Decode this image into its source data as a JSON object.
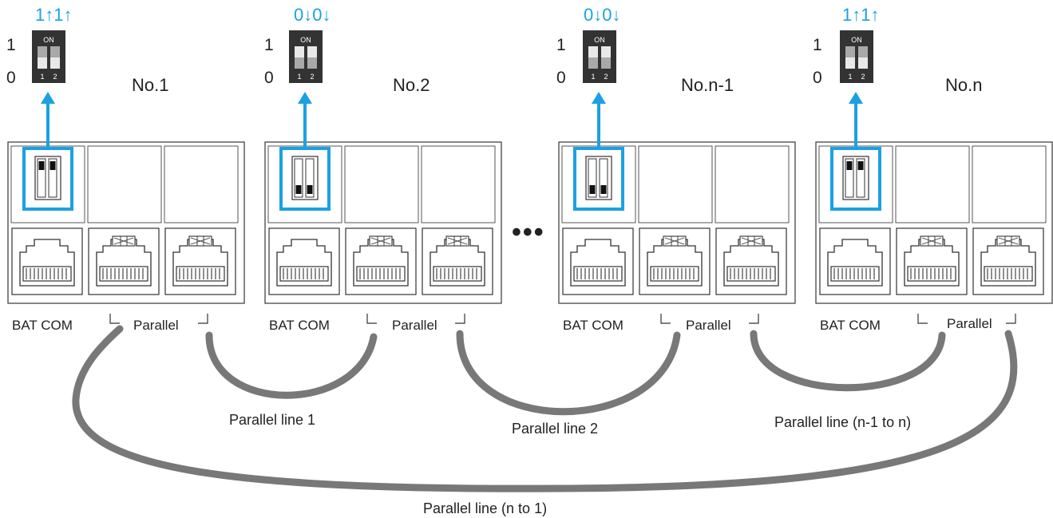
{
  "accent_color": "#1ba1e2",
  "cable_color": "#787878",
  "ellipsis": "•••",
  "units": [
    {
      "name": "No.1",
      "bits_label": "1↑1↑",
      "switch_state": [
        1,
        1
      ],
      "scale_high": "1",
      "scale_low": "0",
      "dip_on": "ON",
      "dip_num1": "1",
      "dip_num2": "2",
      "bat_label": "BAT COM",
      "parallel_label": "Parallel"
    },
    {
      "name": "No.2",
      "bits_label": "0↓0↓",
      "switch_state": [
        0,
        0
      ],
      "scale_high": "1",
      "scale_low": "0",
      "dip_on": "ON",
      "dip_num1": "1",
      "dip_num2": "2",
      "bat_label": "BAT COM",
      "parallel_label": "Parallel"
    },
    {
      "name": "No.n-1",
      "bits_label": "0↓0↓",
      "switch_state": [
        0,
        0
      ],
      "scale_high": "1",
      "scale_low": "0",
      "dip_on": "ON",
      "dip_num1": "1",
      "dip_num2": "2",
      "bat_label": "BAT COM",
      "parallel_label": "Parallel"
    },
    {
      "name": "No.n",
      "bits_label": "1↑1↑",
      "switch_state": [
        1,
        1
      ],
      "scale_high": "1",
      "scale_low": "0",
      "dip_on": "ON",
      "dip_num1": "1",
      "dip_num2": "2",
      "bat_label": "BAT COM",
      "parallel_label": "Parallel"
    }
  ],
  "cables": [
    {
      "label": "Parallel line 1"
    },
    {
      "label": "Parallel line 2"
    },
    {
      "label": "Parallel line (n-1 to n)"
    },
    {
      "label": "Parallel line (n to 1)"
    }
  ]
}
